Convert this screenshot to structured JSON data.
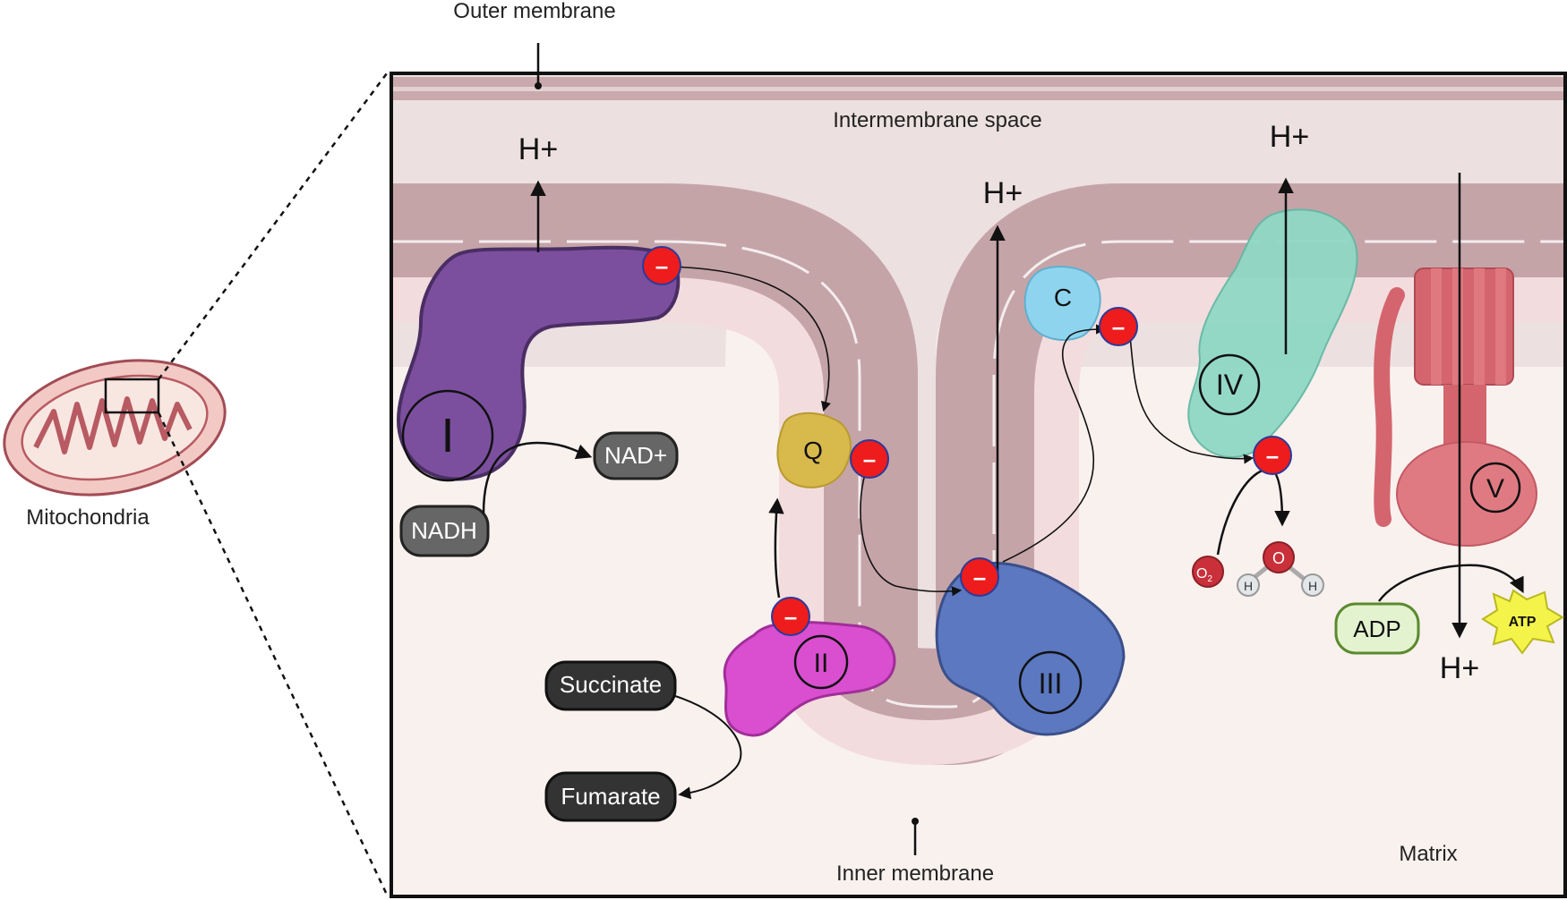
{
  "labels": {
    "outer_membrane": "Outer membrane",
    "intermembrane_space": "Intermembrane space",
    "inner_membrane": "Inner membrane",
    "matrix": "Matrix",
    "mitochondria": "Mitochondria"
  },
  "complexes": {
    "complex_1": "I",
    "complex_2": "II",
    "complex_3": "III",
    "complex_4": "IV",
    "complex_5": "V",
    "ubiquinone": "Q",
    "cytochrome_c": "C"
  },
  "metabolites": {
    "nadh": "NADH",
    "nad_plus": "NAD+",
    "succinate": "Succinate",
    "fumarate": "Fumarate",
    "adp": "ADP",
    "atp": "ATP"
  },
  "proton": "H+",
  "electron": "–",
  "molecules": {
    "oxygen": "O",
    "oxygen_subscript": "2",
    "water_oxygen": "O",
    "water_hydrogen": "H"
  },
  "colors": {
    "complex_1": "#7b4f9e",
    "complex_2": "#d94fd0",
    "complex_3": "#5b78c0",
    "complex_4": "#8fd8c4",
    "complex_5": "#d4656e",
    "ubiquinone": "#d8b94c",
    "cytochrome_c": "#8fd4ee",
    "electron": "#ee1c1c",
    "membrane": "#c9a9ac",
    "intermembrane": "#ece0e0",
    "matrix": "#f9f1ee",
    "atp_burst": "#f4f34a",
    "adp_fill": "#e4f3cf"
  }
}
